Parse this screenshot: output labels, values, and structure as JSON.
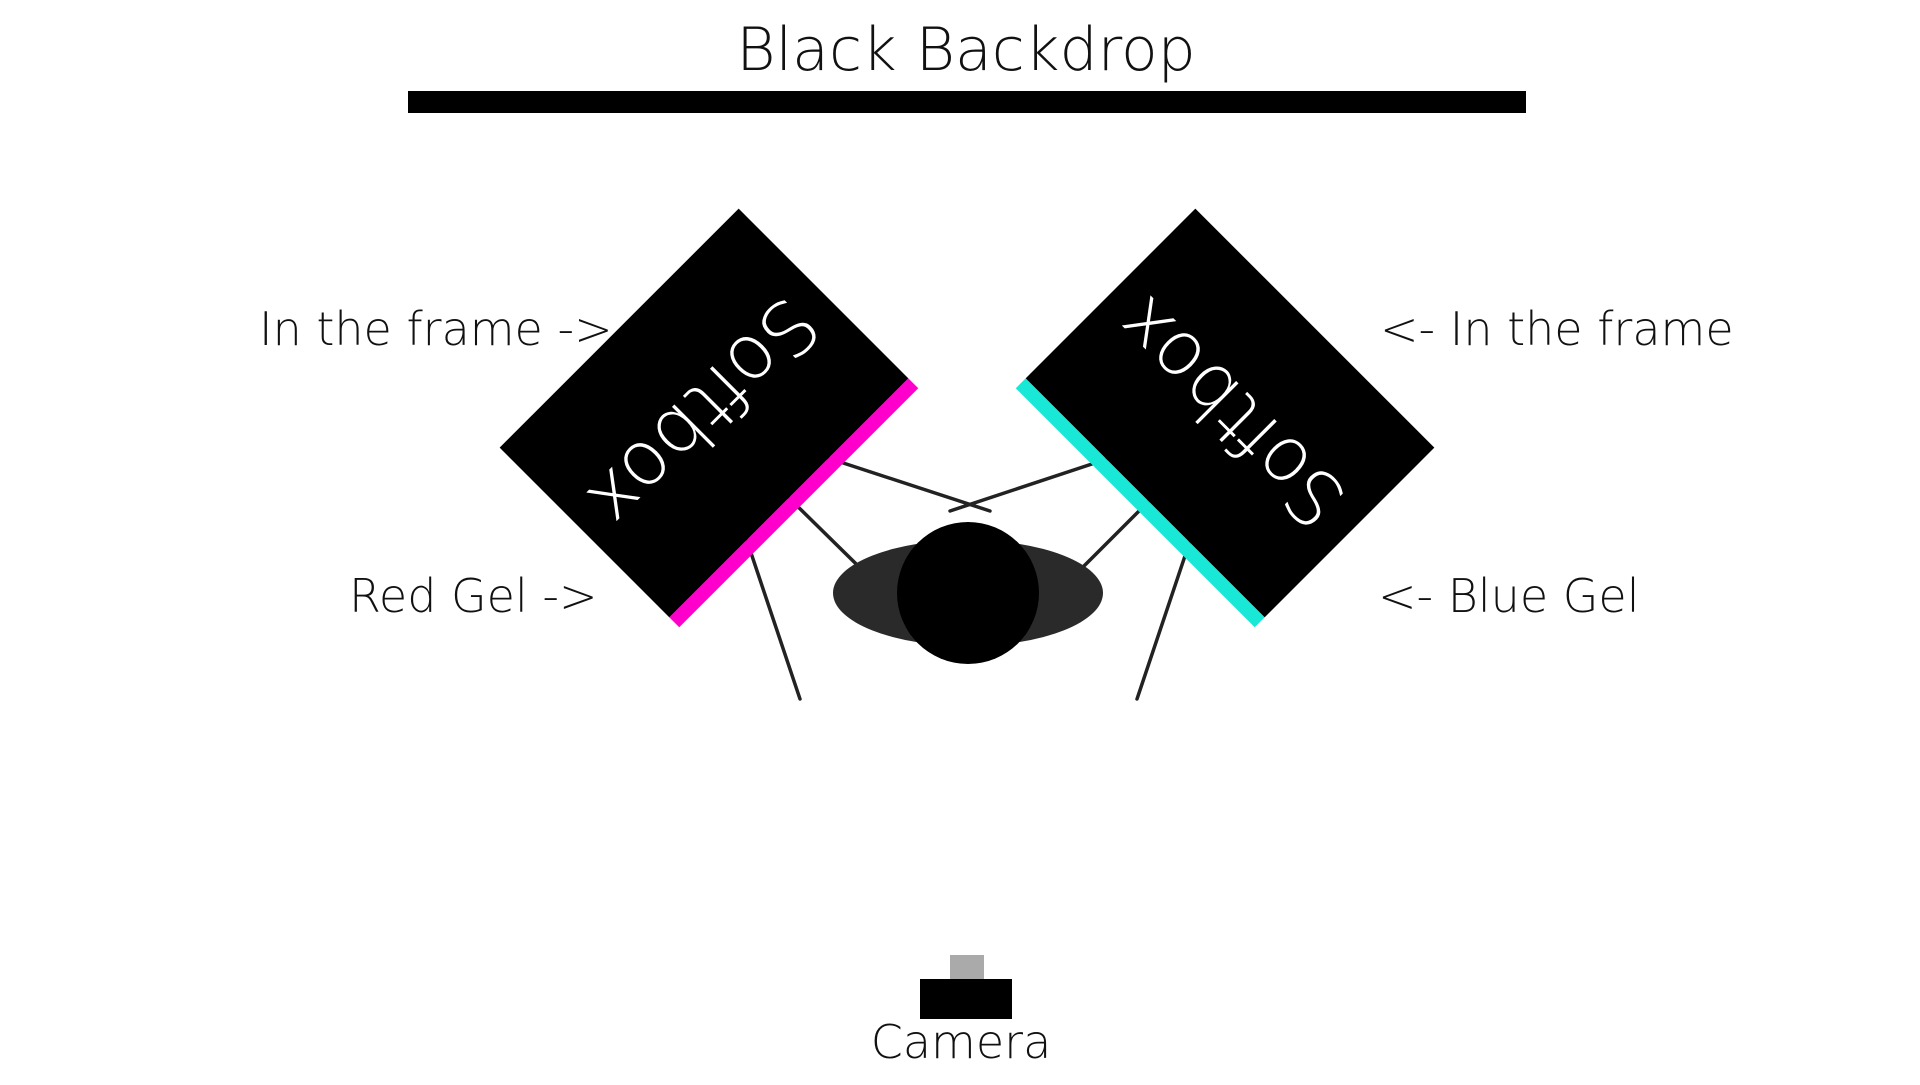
{
  "title": "Black Backdrop",
  "labels": {
    "left_frame": "In the frame ->",
    "right_frame": "<- In the frame",
    "left_gel": "Red Gel ->",
    "right_gel": "<-  Blue Gel",
    "camera": "Camera"
  },
  "softboxes": {
    "left": {
      "label": "Softbox"
    },
    "right": {
      "label": "Softbox"
    }
  },
  "colors": {
    "backdrop": "#000000",
    "softbox": "#000000",
    "red_gel": "#ff00cc",
    "blue_gel": "#1ae8d6",
    "subject_shoulders": "#2a2a2a",
    "subject_head": "#000000",
    "camera_body": "#000000",
    "camera_viewfinder": "#aaaaaa",
    "light_lines": "#222222"
  }
}
